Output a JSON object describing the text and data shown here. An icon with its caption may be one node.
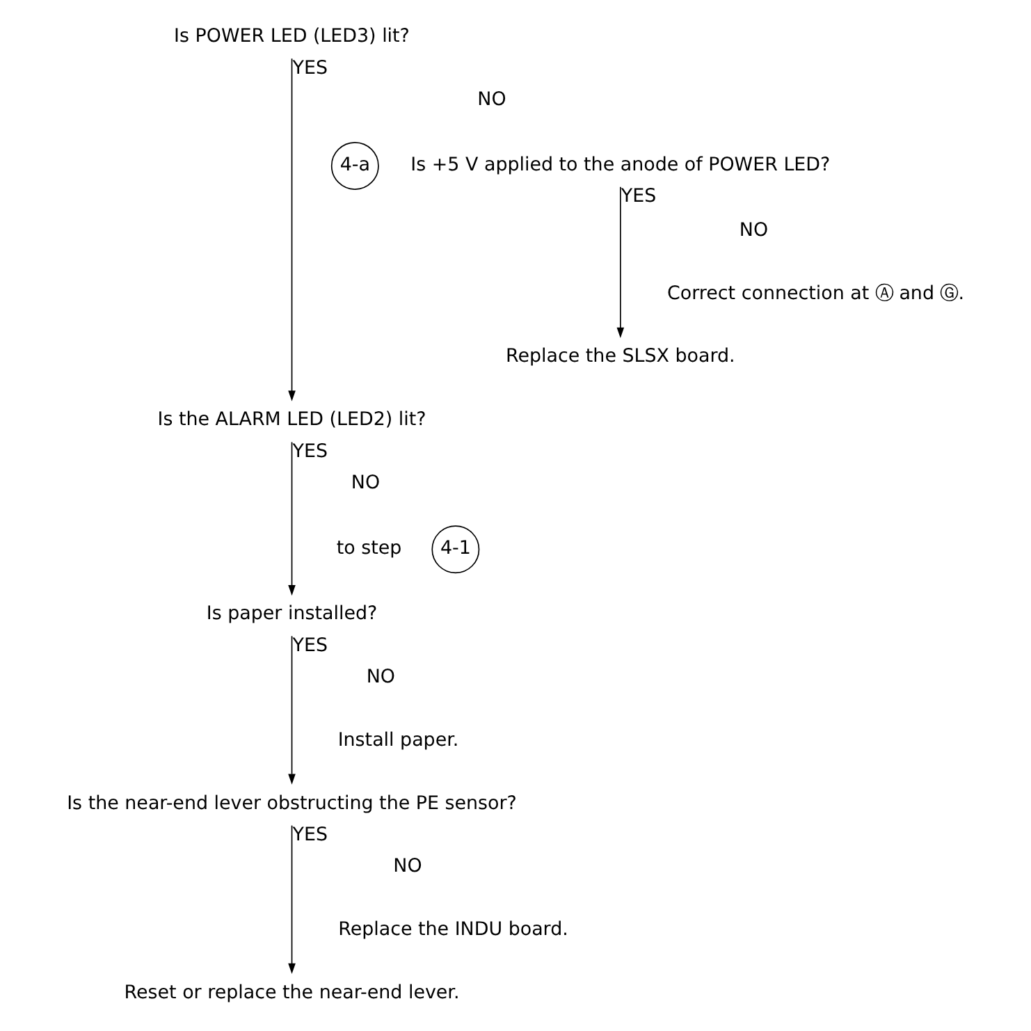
{
  "diagram": {
    "nodes": [
      {
        "text": [
          "Is POWER LED (LED3) lit?"
        ]
      },
      {
        "text": [
          "4-a"
        ]
      },
      {
        "text": [
          "Is +5 V applied to the anode of POWER LED?"
        ]
      },
      {
        "text": [
          "Correct connection at Ⓐ and Ⓖ."
        ]
      },
      {
        "text": [
          "Replace the SLSX board."
        ]
      },
      {
        "text": [
          "Is the ALARM LED (LED2) lit?"
        ]
      },
      {
        "text": [
          "to step"
        ]
      },
      {
        "text": [
          "4-1"
        ]
      },
      {
        "text": [
          "Is paper installed?"
        ]
      },
      {
        "text": [
          "Install paper."
        ]
      },
      {
        "text": [
          "Is the near-end lever obstructing the PE sensor?"
        ]
      },
      {
        "text": [
          "Replace the INDU board."
        ]
      },
      {
        "text": [
          "Reset or replace the near-end lever."
        ]
      }
    ],
    "edges": [
      {
        "from": 0,
        "to": 5,
        "arrow": "to",
        "label": "YES"
      },
      {
        "from": 2,
        "to": 4,
        "arrow": "to",
        "label": "YES"
      },
      {
        "from": 5,
        "to": 8,
        "arrow": "to",
        "label": "YES"
      },
      {
        "from": 8,
        "to": 10,
        "arrow": "to",
        "label": "YES"
      },
      {
        "from": 10,
        "to": 12,
        "arrow": "to",
        "label": "YES"
      }
    ],
    "labels": [
      "NO",
      "NO",
      "NO",
      "NO",
      "NO"
    ]
  }
}
